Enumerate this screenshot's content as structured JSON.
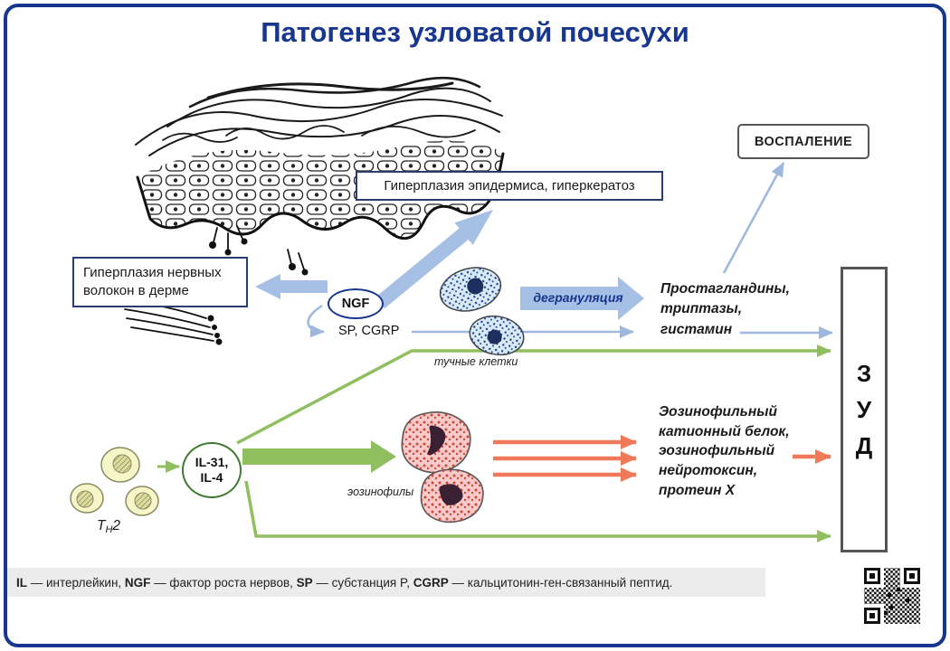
{
  "title": "Патогенез узловатой почесухи",
  "boxes": {
    "epidermis": "Гиперплазия эпидермиса, гиперкератоз",
    "nerve_fibers": "Гиперплазия нервных\nволокон в дерме",
    "inflammation": "ВОСПАЛЕНИЕ",
    "itch_letters": [
      "З",
      "У",
      "Д"
    ]
  },
  "nodes": {
    "ngf": "NGF",
    "sp_cgrp": "SP, CGRP",
    "il": "IL-31,\nIL-4",
    "th2_t": "Т",
    "th2_h": "Н",
    "th2_2": "2"
  },
  "labels": {
    "degranulation": "дегрануляция",
    "mast_cells": "тучные клетки",
    "eosinophils": "эозинофилы",
    "mast_mediators": "Простагландины,\nтриптазы,\nгистамин",
    "eosinophil_mediators": "Эозинофильный\nкатионный белок,\nэозинофильный\nнейротоксин,\nпротеин X"
  },
  "footer": {
    "abbr1": "IL",
    "def1": " — интерлейкин, ",
    "abbr2": "NGF",
    "def2": " — фактор роста нервов, ",
    "abbr3": "SP",
    "def3": " — субстанция P, ",
    "abbr4": "CGRP",
    "def4": " — кальцитонин-ген-связанный пептид."
  },
  "colors": {
    "accent_navy": "#17368e",
    "arrow_blue": "#a6bfe4",
    "arrow_blue_thin": "#9db7dd",
    "arrow_green": "#8fbf5f",
    "arrow_orange": "#f0795a"
  },
  "icons": {
    "qr": "qr-code"
  }
}
